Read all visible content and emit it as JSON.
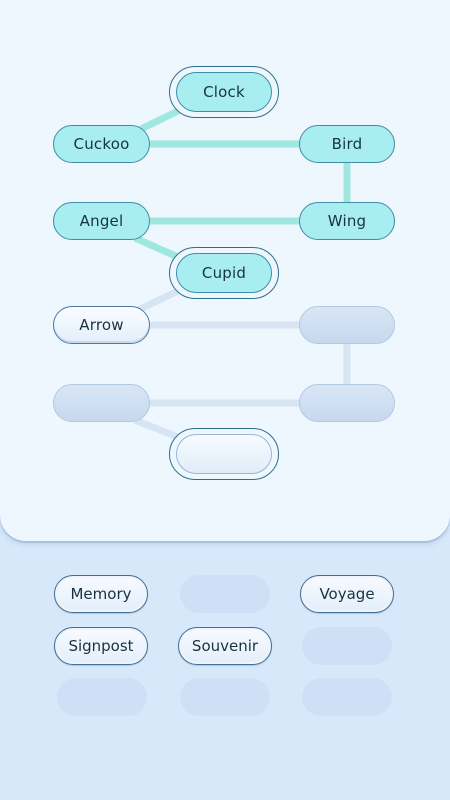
{
  "board": {
    "nodes": [
      {
        "id": "clock",
        "label": "Clock",
        "state": "solved"
      },
      {
        "id": "cuckoo",
        "label": "Cuckoo",
        "state": "solved"
      },
      {
        "id": "bird",
        "label": "Bird",
        "state": "solved"
      },
      {
        "id": "angel",
        "label": "Angel",
        "state": "solved"
      },
      {
        "id": "wing",
        "label": "Wing",
        "state": "solved"
      },
      {
        "id": "cupid",
        "label": "Cupid",
        "state": "solved"
      },
      {
        "id": "arrow",
        "label": "Arrow",
        "state": "given"
      },
      {
        "id": "blank1",
        "label": "",
        "state": "empty"
      },
      {
        "id": "blank2",
        "label": "",
        "state": "empty"
      },
      {
        "id": "blank3",
        "label": "",
        "state": "empty"
      },
      {
        "id": "blank4",
        "label": "",
        "state": "empty-active"
      }
    ]
  },
  "tray": {
    "tiles": [
      {
        "label": "Memory",
        "state": "available"
      },
      {
        "label": "",
        "state": "used"
      },
      {
        "label": "Voyage",
        "state": "available"
      },
      {
        "label": "Signpost",
        "state": "available"
      },
      {
        "label": "Souvenir",
        "state": "available"
      },
      {
        "label": "",
        "state": "used"
      },
      {
        "label": "",
        "state": "used"
      },
      {
        "label": "",
        "state": "used"
      },
      {
        "label": "",
        "state": "used"
      }
    ]
  },
  "colors": {
    "solved_fill": "#a8eef0",
    "solved_link": "#9fe8e0",
    "pending_link": "#cfe0f1",
    "tray_background": "#d8e8fb"
  }
}
